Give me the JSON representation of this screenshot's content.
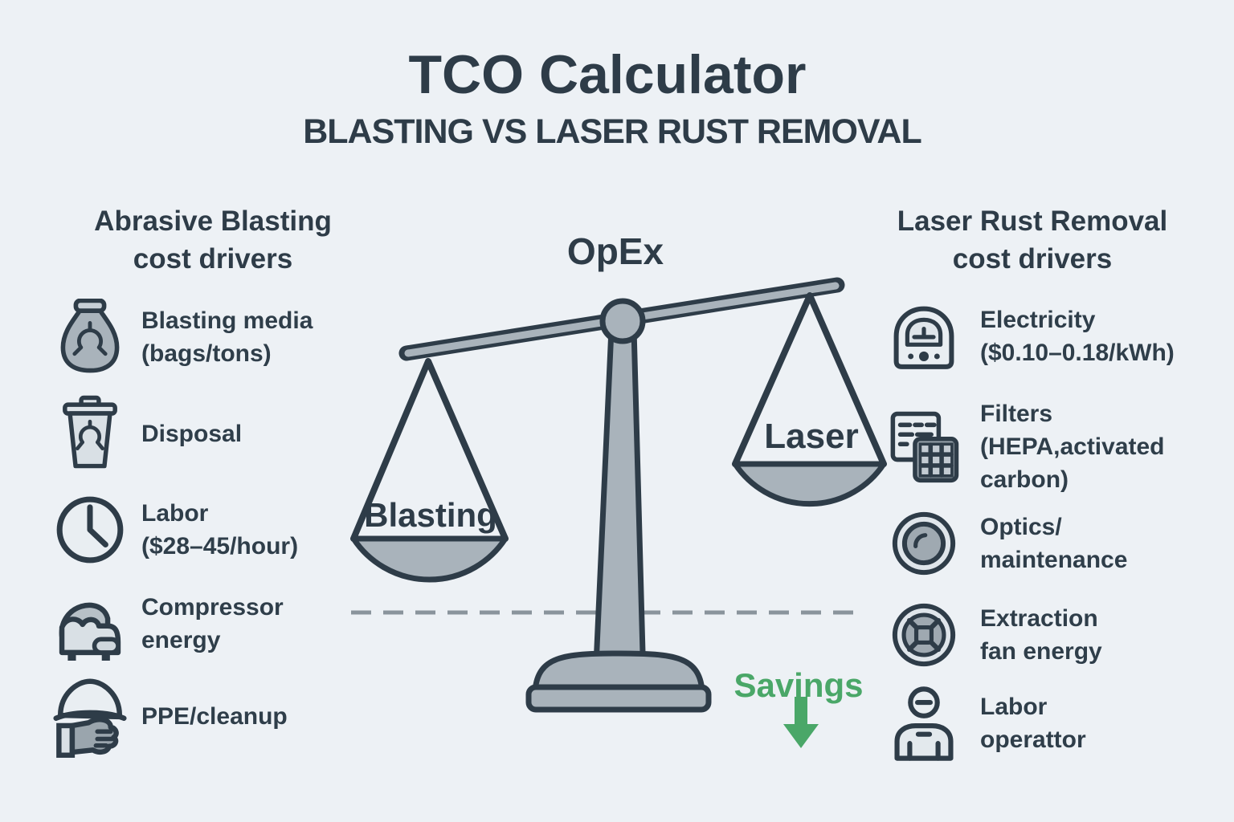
{
  "page": {
    "title": "TCO Calculator",
    "subtitle": "BLASTING VS LASER RUST REMOVAL"
  },
  "colors": {
    "background": "#edf1f5",
    "ink": "#2e3c48",
    "metal_gray": "#a9b3bb",
    "light_gray": "#dfe5ea",
    "savings_green": "#4aa768",
    "dashed_line": "#8a949c"
  },
  "left_column": {
    "header_line1": "Abrasive Blasting",
    "header_line2": "cost drivers",
    "items": [
      {
        "icon": "hazard-bag-icon",
        "lines": [
          "Blasting media",
          "(bags/tons)"
        ]
      },
      {
        "icon": "hazard-trash-icon",
        "lines": [
          "Disposal"
        ]
      },
      {
        "icon": "clock-icon",
        "lines": [
          "Labor",
          "($28–45/hour)"
        ]
      },
      {
        "icon": "compressor-icon",
        "lines": [
          "Compressor",
          "energy"
        ]
      },
      {
        "icon": "hard-hat-glove-icon",
        "lines": [
          "PPE/cleanup"
        ]
      }
    ]
  },
  "right_column": {
    "header_line1": "Laser Rust Removal",
    "header_line2": "cost drivers",
    "items": [
      {
        "icon": "electric-meter-icon",
        "lines": [
          "Electricity",
          "($0.10–0.18/kWh)"
        ]
      },
      {
        "icon": "filters-icon",
        "lines": [
          "Filters",
          "(HEPA,activated",
          "carbon)"
        ]
      },
      {
        "icon": "optics-lens-icon",
        "lines": [
          "Optics/",
          "maintenance"
        ]
      },
      {
        "icon": "extraction-fan-icon",
        "lines": [
          "Extraction",
          "fan energy"
        ]
      },
      {
        "icon": "operator-person-icon",
        "lines": [
          "Labor",
          "operattor"
        ]
      }
    ]
  },
  "scale": {
    "axis_label": "OpEx",
    "left_pan_label": "Blasting",
    "right_pan_label": "Laser",
    "savings_label": "Savings"
  }
}
